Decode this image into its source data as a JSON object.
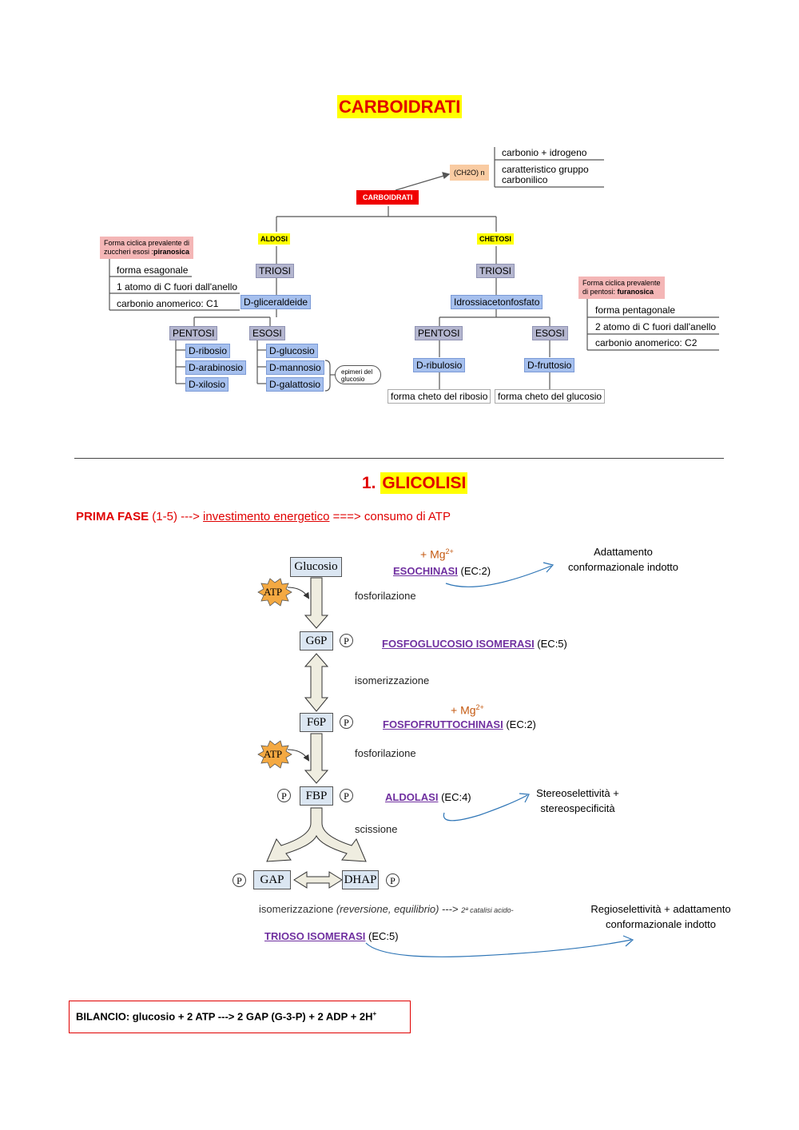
{
  "page_title": "CARBOIDRATI",
  "map": {
    "root": "CARBOIDRATI",
    "formula": "(CH2O) n",
    "formula_notes": [
      "carbonio + idrogeno",
      "caratteristico gruppo",
      "carbonilico"
    ],
    "aldosi": {
      "label": "ALDOSI",
      "note_line1": "Forma ciclica prevalente di",
      "note_line2_pre": "zuccheri esosi :",
      "note_line2_bold": "piranosica",
      "features": [
        "forma esagonale",
        "1 atomo di C fuori dall'anello",
        "carbonio anomerico: C1"
      ],
      "triosi": "TRIOSI",
      "triose": "D-gliceraldeide",
      "pentosi": "PENTOSI",
      "pentoses": [
        "D-ribosio",
        "D-arabinosio",
        "D-xilosio"
      ],
      "esosi": "ESOSI",
      "hexoses": [
        "D-glucosio",
        "D-mannosio",
        "D-galattosio"
      ],
      "epimers_line1": "epimeri del",
      "epimers_line2": "glucosio"
    },
    "chetosi": {
      "label": "CHETOSI",
      "note_line1": "Forma ciclica prevalente",
      "note_line2_pre": "di pentosi: ",
      "note_line2_bold": "furanosica",
      "features": [
        "forma pentagonale",
        "2 atomo di C fuori dall'anello",
        "carbonio anomerico: C2"
      ],
      "triosi": "TRIOSI",
      "triose": "Idrossiacetonfosfato",
      "pentosi": "PENTOSI",
      "pentose": "D-ribulosio",
      "pentose_note": "forma cheto del ribosio",
      "esosi": "ESOSI",
      "hexose": "D-fruttosio",
      "hexose_note": "forma cheto del glucosio"
    }
  },
  "section": {
    "number": "1.",
    "title": "GLICOLISI",
    "phase_bold": "PRIMA FASE",
    "phase_range": " (1-5) ---> ",
    "phase_underlined": "investimento energetico",
    "phase_rest": " ===> consumo di ATP"
  },
  "glycolysis": {
    "molecules": {
      "glucose": "Glucosio",
      "g6p": "G6P",
      "f6p": "F6P",
      "fbp": "FBP",
      "gap": "GAP",
      "dhap": "DHAP",
      "phosphate": "P",
      "atp": "ATP"
    },
    "steps": {
      "s1": "fosforilazione",
      "s2": "isomerizzazione",
      "s3": "fosforilazione",
      "s4": "scissione"
    },
    "mg": "+ Mg",
    "mg_charge": "2+",
    "enzymes": [
      {
        "name": "ESOCHINASI",
        "ec": " (EC:2)"
      },
      {
        "name": "FOSFOGLUCOSIO ISOMERASI",
        "ec": " (EC:5)"
      },
      {
        "name": "FOSFOFRUTTOCHINASI",
        "ec": " (EC:2)"
      },
      {
        "name": "ALDOLASI",
        "ec": " (EC:4)"
      },
      {
        "name": "TRIOSO ISOMERASI",
        "ec": " (EC:5)"
      }
    ],
    "notes": {
      "n1_line1": "Adattamento",
      "n1_line2": "conformazionale indotto",
      "n2_line1": "Stereoselettività +",
      "n2_line2": "stereospecificità",
      "n3_line1": "Regioselettività + adattamento",
      "n3_line2": "conformazionale indotto"
    },
    "tpi_text_pre": "isomerizzazione ",
    "tpi_text_italic": "(reversione, equilibrio)",
    "tpi_text_arrow": " ---> ",
    "tpi_text_small": "2ª catalisi acido-"
  },
  "balance": {
    "text": "BILANCIO: glucosio + 2 ATP ---> 2 GAP (G-3-P) + 2 ADP + 2H",
    "charge": "+"
  },
  "colors": {
    "title_red": "#e00000",
    "highlight": "#ffff00",
    "enzyme_purple": "#7030a0",
    "mg_orange": "#c55a11",
    "curve_blue": "#2e75b6"
  }
}
